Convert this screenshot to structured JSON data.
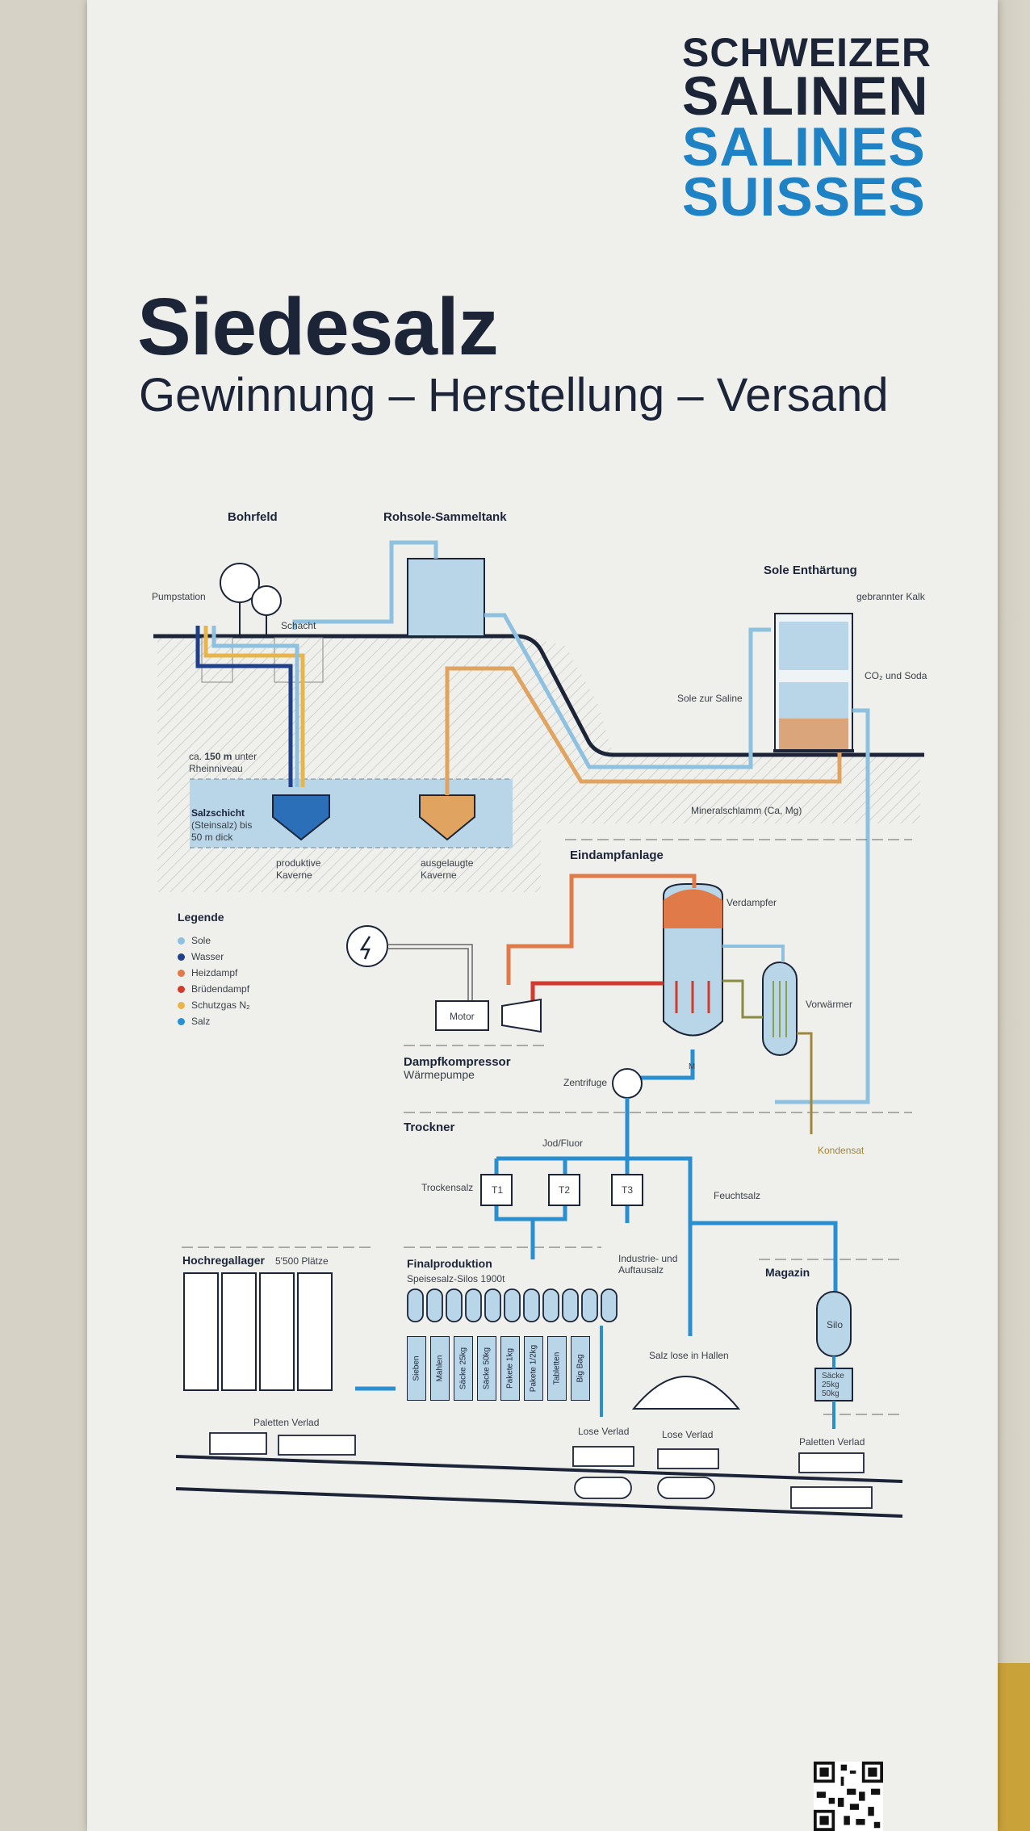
{
  "logo": {
    "line1": "SCHWEIZER",
    "line2": "SALINEN",
    "line3": "SALINES",
    "line4": "SUISSES",
    "colors": {
      "dark": "#1c2438",
      "blue": "#1e82c4"
    }
  },
  "title": "Siedesalz",
  "subtitle": "Gewinnung – Herstellung – Versand",
  "sections": {
    "bohrfeld": "Bohrfeld",
    "sammeltank": "Rohsole-Sammeltank",
    "enthaertung": "Sole Enthärtung",
    "eindampf": "Eindampfanlage",
    "dampfkompressor": "Dampfkompressor",
    "waermepumpe": "Wärmepumpe",
    "trockner": "Trockner",
    "hochregal": "Hochregallager",
    "hochregal_plaetze": "5'500 Plätze",
    "finalproduktion": "Finalproduktion",
    "silos": "Speisesalz-Silos 1900t",
    "magazin": "Magazin"
  },
  "labels": {
    "pumpstation": "Pumpstation",
    "schacht": "Schacht",
    "depth_prefix": "ca.",
    "depth_value": "150 m",
    "depth_suffix": "unter",
    "rheinniveau": "Rheinniveau",
    "salzschicht": "Salzschicht",
    "steinsalz": "(Steinsalz) bis",
    "dick": "50 m dick",
    "produktive": "produktive",
    "kaverne1": "Kaverne",
    "ausgelaugte": "ausgelaugte",
    "kaverne2": "Kaverne",
    "gebrannter_kalk": "gebrannter Kalk",
    "co2_soda": "CO₂ und Soda",
    "sole_zur_saline": "Sole zur Saline",
    "mineralschlamm": "Mineralschlamm (Ca, Mg)",
    "verdampfer": "Verdampfer",
    "vorwaermer": "Vorwärmer",
    "motor": "Motor",
    "zentrifuge": "Zentrifuge",
    "m": "M",
    "kondensat": "Kondensat",
    "jod_fluor": "Jod/Fluor",
    "trockensalz": "Trockensalz",
    "t1": "T1",
    "t2": "T2",
    "t3": "T3",
    "feuchtsalz": "Feuchtsalz",
    "industrie1": "Industrie- und",
    "industrie2": "Auftausalz",
    "silo": "Silo",
    "saecke_magazin1": "Säcke",
    "saecke_magazin2": "25kg",
    "saecke_magazin3": "50kg",
    "salz_lose": "Salz lose in Hallen",
    "lose_verlad1": "Lose Verlad",
    "lose_verlad2": "Lose Verlad",
    "paletten_verlad1": "Paletten Verlad",
    "paletten_verlad2": "Paletten Verlad"
  },
  "products": [
    "Sieben",
    "Mahlen",
    "Säcke 25kg",
    "Säcke 50kg",
    "Pakete 1kg",
    "Pakete 1/2kg",
    "Tabletten",
    "Big Bag"
  ],
  "legend": {
    "title": "Legende",
    "items": [
      {
        "label": "Sole",
        "color": "#8ec1e0"
      },
      {
        "label": "Wasser",
        "color": "#1f3f8a"
      },
      {
        "label": "Heizdampf",
        "color": "#e07a48"
      },
      {
        "label": "Brüdendampf",
        "color": "#d23a2e"
      },
      {
        "label": "Schutzgas N₂",
        "color": "#e8b54a"
      },
      {
        "label": "Salz",
        "color": "#2a8fd0"
      }
    ]
  }
}
